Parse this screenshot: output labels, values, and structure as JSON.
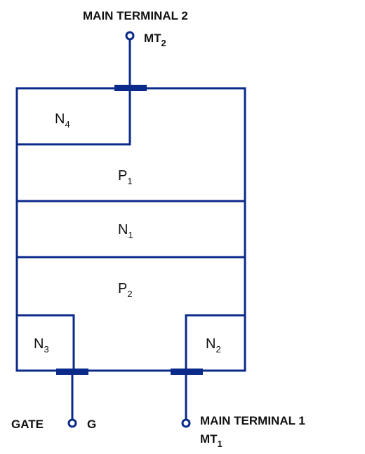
{
  "regions": {
    "n4": {
      "letter": "N",
      "sub": "4"
    },
    "p1": {
      "letter": "P",
      "sub": "1"
    },
    "n1": {
      "letter": "N",
      "sub": "1"
    },
    "p2": {
      "letter": "P",
      "sub": "2"
    },
    "n3": {
      "letter": "N",
      "sub": "3"
    },
    "n2": {
      "letter": "N",
      "sub": "2"
    }
  },
  "terminals": {
    "mt2": {
      "name": "MAIN TERMINAL 2",
      "symbol": "MT",
      "sub": "2"
    },
    "gate": {
      "name": "GATE",
      "symbol": "G"
    },
    "mt1": {
      "name": "MAIN TERMINAL 1",
      "symbol": "MT",
      "sub": "1"
    }
  },
  "colors": {
    "line": "#0a2a8a",
    "text": "#111111",
    "background": "#ffffff"
  }
}
